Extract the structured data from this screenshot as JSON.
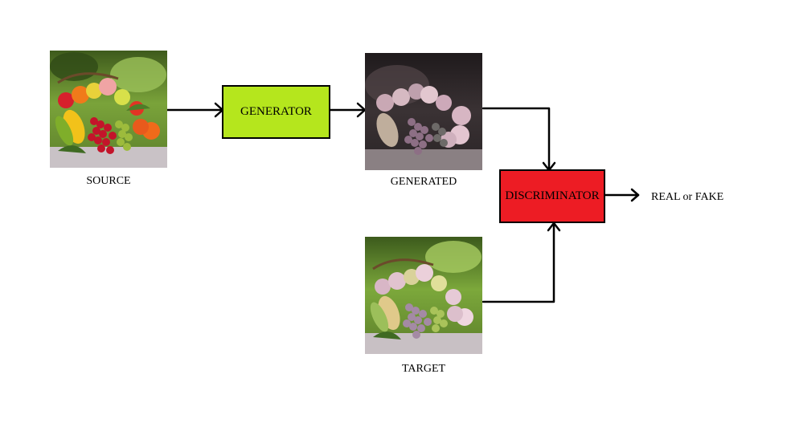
{
  "nodes": {
    "source_label": "SOURCE",
    "generator_label": "GENERATOR",
    "generated_label": "GENERATED",
    "target_label": "TARGET",
    "discriminator_label": "DISCRIMINATOR",
    "output_label": "REAL or FAKE"
  },
  "colors": {
    "generator_fill": "#b5e61d",
    "discriminator_fill": "#ed1c24",
    "arrow": "#000000"
  },
  "images": {
    "source": "fruit-basket-photo-color",
    "generated": "fruit-basket-photo-desaturated-dark",
    "target": "fruit-basket-photo-pastel"
  }
}
